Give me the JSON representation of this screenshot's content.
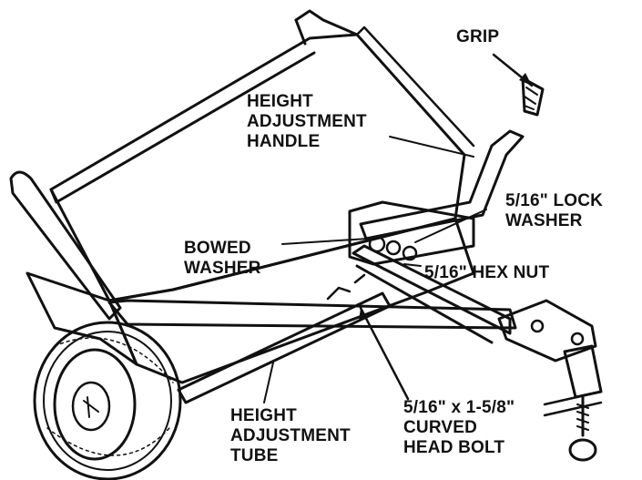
{
  "labels": {
    "grip": [
      "GRIP"
    ],
    "height_adjustment_handle": [
      "HEIGHT",
      "ADJUSTMENT",
      "HANDLE"
    ],
    "lock_washer": [
      "5/16\" LOCK",
      "WASHER"
    ],
    "bowed_washer": [
      "BOWED",
      "WASHER"
    ],
    "hex_nut": [
      "5/16\" HEX NUT"
    ],
    "curved_head_bolt": [
      "5/16\" x 1-5/8\"",
      "CURVED",
      "HEAD BOLT"
    ],
    "height_adjustment_tube": [
      "HEIGHT",
      "ADJUSTMENT",
      "TUBE"
    ]
  },
  "colors": {
    "ink": "#111111",
    "paper": "#ffffff",
    "hopper_fill": "#f4f4f4"
  }
}
